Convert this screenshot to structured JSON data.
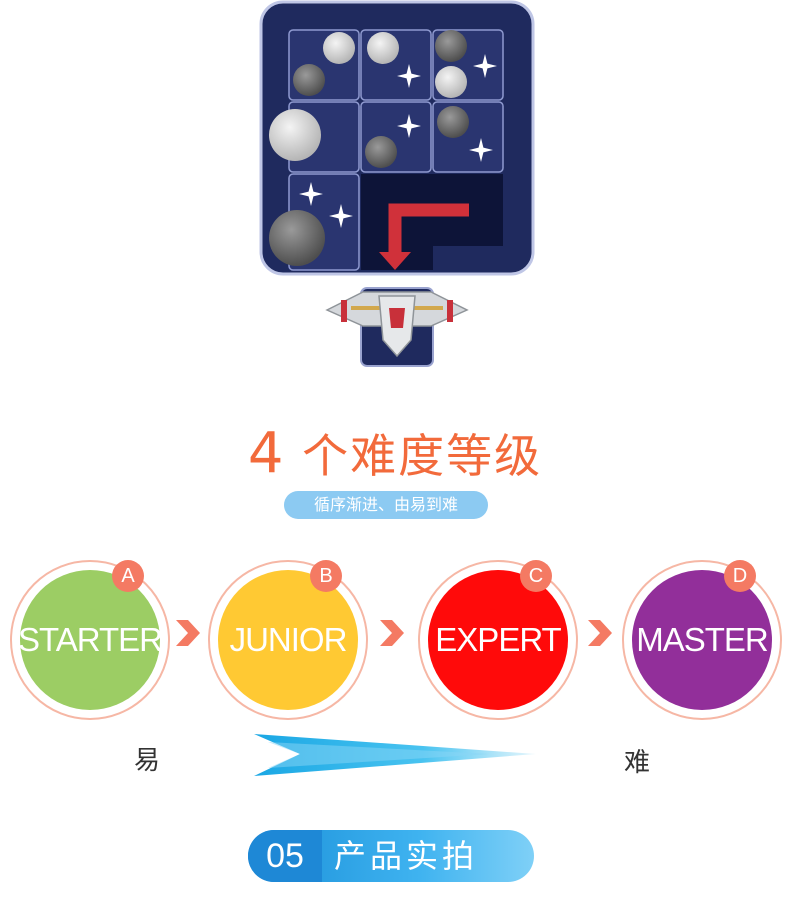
{
  "heading": {
    "number": "4",
    "text": " 个难度等级"
  },
  "subheading": "循序渐进、由易到难",
  "levels": [
    {
      "badge": "A",
      "name": "STARTER",
      "color": "#9ccd64"
    },
    {
      "badge": "B",
      "name": "JUNIOR",
      "color": "#ffc933"
    },
    {
      "badge": "C",
      "name": "EXPERT",
      "color": "#ff0a0a"
    },
    {
      "badge": "D",
      "name": "MASTER",
      "color": "#922f9a"
    }
  ],
  "difficulty_scale": {
    "easy": "易",
    "hard": "难"
  },
  "footer": {
    "number": "05",
    "title": "产品实拍"
  },
  "puzzle_board": {
    "frame_color": "#1f2a5e",
    "cell_color": "#2c3773",
    "path_color": "#d0313a"
  }
}
